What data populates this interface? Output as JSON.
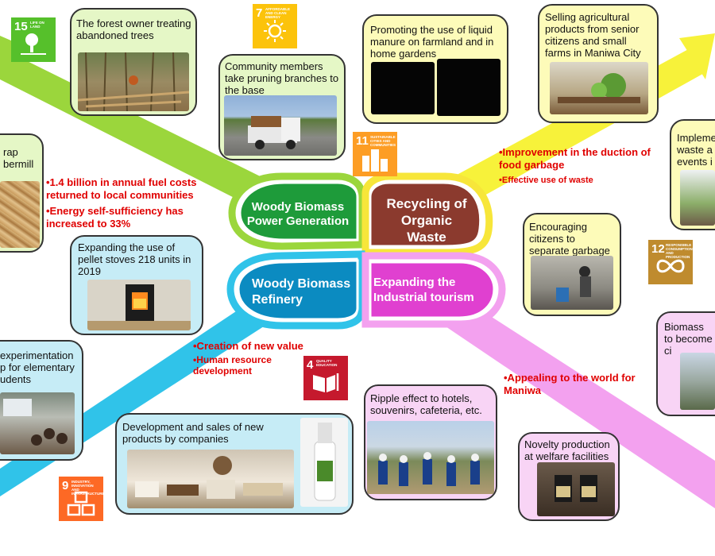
{
  "colors": {
    "green_arrow": "#9bd63c",
    "blue_arrow": "#30c3e9",
    "yellow_arrow": "#f7f23a",
    "pink_arrow": "#f3a1ef",
    "center_green_fill": "#1e9b3a",
    "center_blue_fill": "#0b8bc1",
    "center_brown_fill": "#8b3a2e",
    "center_magenta_fill": "#e040d0",
    "result_text": "#e00000"
  },
  "center": {
    "woody_power": "Woody Biomass Power Generation",
    "organic_waste": "Recycling of Organic Waste",
    "woody_refinery": "Woody Biomass Refinery",
    "industrial_tourism": "Expanding the Industrial tourism"
  },
  "results": {
    "fuel_costs": "•1.4 billion in annual fuel costs returned to local communities",
    "energy": "•Energy self-sufficiency has increased to 33%",
    "food_garbage": "•Improvement in the  duction of food garbage",
    "waste": "•Effective use of waste",
    "new_value": "•Creation of new value",
    "hr": "•Human resource development",
    "appealing": "•Appealing to the world for Maniwa"
  },
  "callouts": {
    "forest_owner": "The forest owner treating abandoned trees",
    "pruning": "Community members take pruning branches to the base",
    "scrap": "rap bermill",
    "pellet": "Expanding the use of pellet stoves 218 units in 2019",
    "experimentation": "experimentation p for elementary udents",
    "products": "Development and sales of new products by companies",
    "liquid_manure": "Promoting the use of liquid manure on farmland and in home gardens",
    "selling": "Selling agricultural products from senior citizens and small farms in Maniwa City",
    "implement": "Impleme waste a events i",
    "separate": "Encouraging citizens to separate garbage",
    "ripple": "Ripple effect to hotels, souvenirs, cafeteria, etc.",
    "biomass_city": "Biomass to become ci",
    "novelty": "Novelty production at welfare facilities"
  },
  "sdgs": {
    "sdg15": {
      "number": "15",
      "label": "LIFE ON LAND",
      "color": "#56c02b"
    },
    "sdg7": {
      "number": "7",
      "label": "AFFORDABLE AND CLEAN ENERGY",
      "color": "#fcc30b"
    },
    "sdg11": {
      "number": "11",
      "label": "SUSTAINABLE CITIES AND COMMUNITIES",
      "color": "#fd9d24"
    },
    "sdg12": {
      "number": "12",
      "label": "RESPONSIBLE CONSUMPTION AND PRODUCTION",
      "color": "#bf8b2e"
    },
    "sdg4": {
      "number": "4",
      "label": "QUALITY EDUCATION",
      "color": "#c5192d"
    },
    "sdg9": {
      "number": "9",
      "label": "INDUSTRY, INNOVATION AND INFRASTRUCTURE",
      "color": "#fd6925"
    }
  }
}
